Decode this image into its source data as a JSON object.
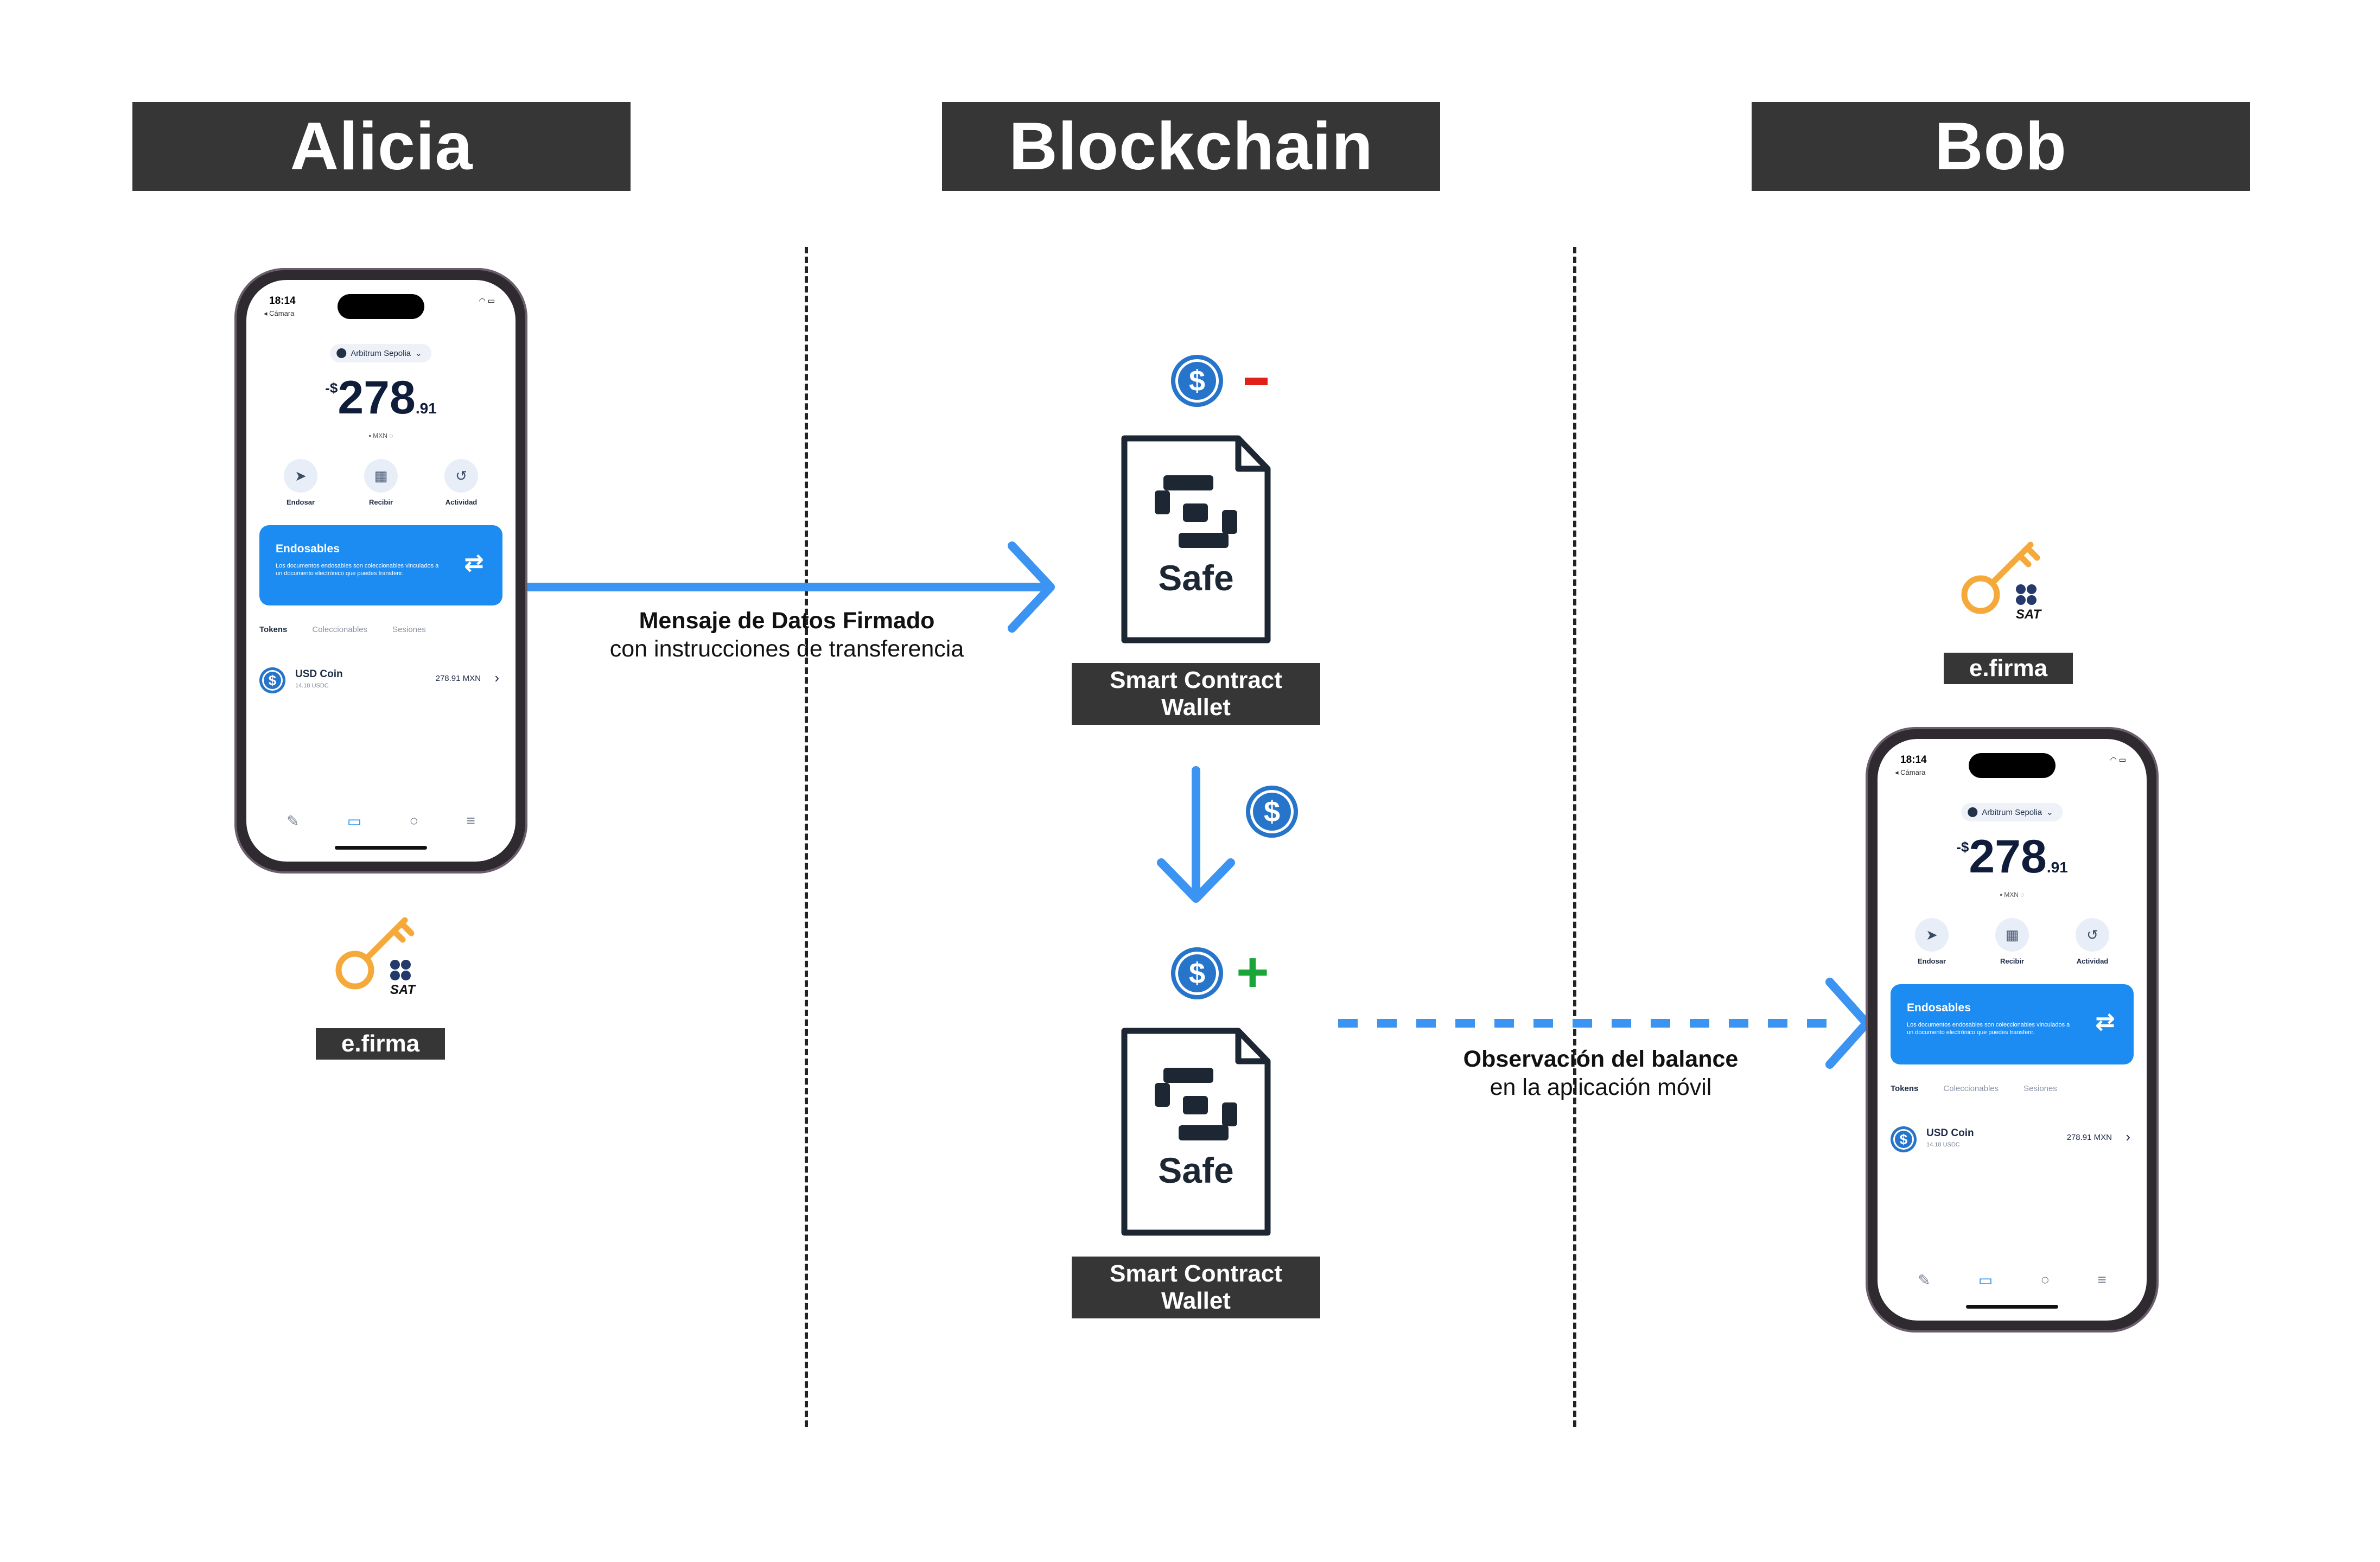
{
  "columns": {
    "left": "Alicia",
    "middle": "Blockchain",
    "right": "Bob"
  },
  "wallet": {
    "logo_text": "Safe",
    "label_line1": "Smart Contract",
    "label_line2": "Wallet"
  },
  "efirma": {
    "label": "e.firma",
    "logo_text": "SAT"
  },
  "messages": {
    "signed_title": "Mensaje de Datos Firmado",
    "signed_sub": "con instrucciones de transferencia",
    "observe_title": "Observación del balance",
    "observe_sub": "en la aplicación móvil"
  },
  "coin_symbol": "$",
  "phone": {
    "time": "18:14",
    "back": "◂ Cámara",
    "network": "Arbitrum Sepolia",
    "balance_symbol": "-$",
    "balance_main": "278",
    "balance_cents": ".91",
    "currency": "MXN",
    "actions": [
      {
        "label": "Endosar"
      },
      {
        "label": "Recibir"
      },
      {
        "label": "Actividad"
      }
    ],
    "banner": {
      "title": "Endosables",
      "desc": "Los documentos endosables son coleccionables vinculados a un documento electrónico que puedes transferir."
    },
    "tabs": [
      "Tokens",
      "Coleccionables",
      "Sesiones"
    ],
    "token": {
      "name": "USD Coin",
      "sub": "14.18 USDC",
      "value": "278.91 MXN"
    }
  },
  "colors": {
    "header_bg": "#363636",
    "arrow_blue": "#3b93f2",
    "usdc_blue": "#2775ca",
    "minus_red": "#e1201a",
    "plus_green": "#1aa538",
    "key_orange": "#f5a93b",
    "safe_dark": "#1c2733",
    "banner_blue": "#1c8cf2"
  }
}
